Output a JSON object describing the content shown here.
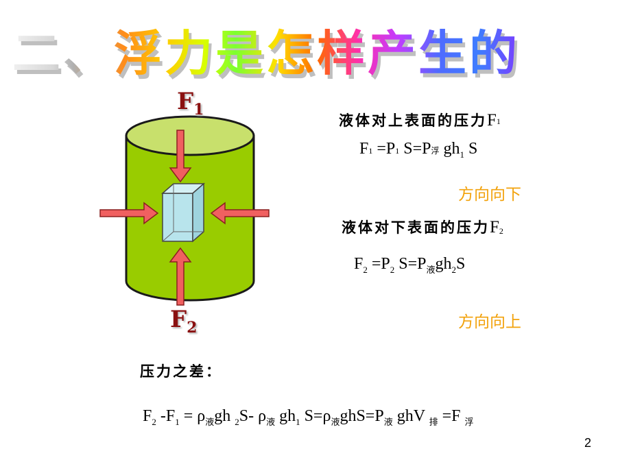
{
  "title": "二、浮力是怎样产生的",
  "labels": {
    "f1": {
      "base": "F",
      "sub": "1"
    },
    "f2": {
      "base": "F",
      "sub": "2"
    }
  },
  "upper": {
    "heading": "液体对上表面的压力",
    "heading_symbol": "F",
    "heading_sub": "1",
    "eq_F": "F",
    "eq_F_sub": "1",
    "eq_mid1": " =P",
    "eq_P_sub": "1",
    "eq_mid2": " S=P",
    "eq_fu": "浮",
    "eq_gh": " gh",
    "eq_h_sub": "1",
    "eq_end": " S",
    "direction": "方向向下"
  },
  "lower": {
    "heading": "液体对下表面的压力",
    "heading_symbol": "F",
    "heading_sub": "2",
    "eq_F": "F",
    "eq_F_sub": "2",
    "eq_mid1": " =P",
    "eq_P_sub": "2",
    "eq_mid2": " S=P",
    "eq_ye": "液",
    "eq_gh": "gh",
    "eq_h_sub": "2",
    "eq_end": "S",
    "direction": "方向向上"
  },
  "difference": {
    "heading": "压力之差：",
    "parts": {
      "p1": "F",
      "s1": "2",
      "p2": " -F",
      "s2": "1",
      "p3": " = ρ",
      "s3": "液",
      "p4": "gh ",
      "s4": "2",
      "p5": "S- ρ",
      "s5": "液",
      "p6": " gh",
      "s6": "1",
      "p7": " S=ρ",
      "s7": "液",
      "p8": "ghS=P",
      "s8": "液",
      "p9": " ghV ",
      "s9": "排",
      "p10": " =F ",
      "s10": "浮"
    }
  },
  "page_number": "2",
  "colors": {
    "cylinder": "#99cc00",
    "cylinder_top": "#c8e06c",
    "arrow": "#f06060",
    "cube": "#b8e4ec",
    "label": "#8a1010",
    "direction": "#f2a20c"
  }
}
